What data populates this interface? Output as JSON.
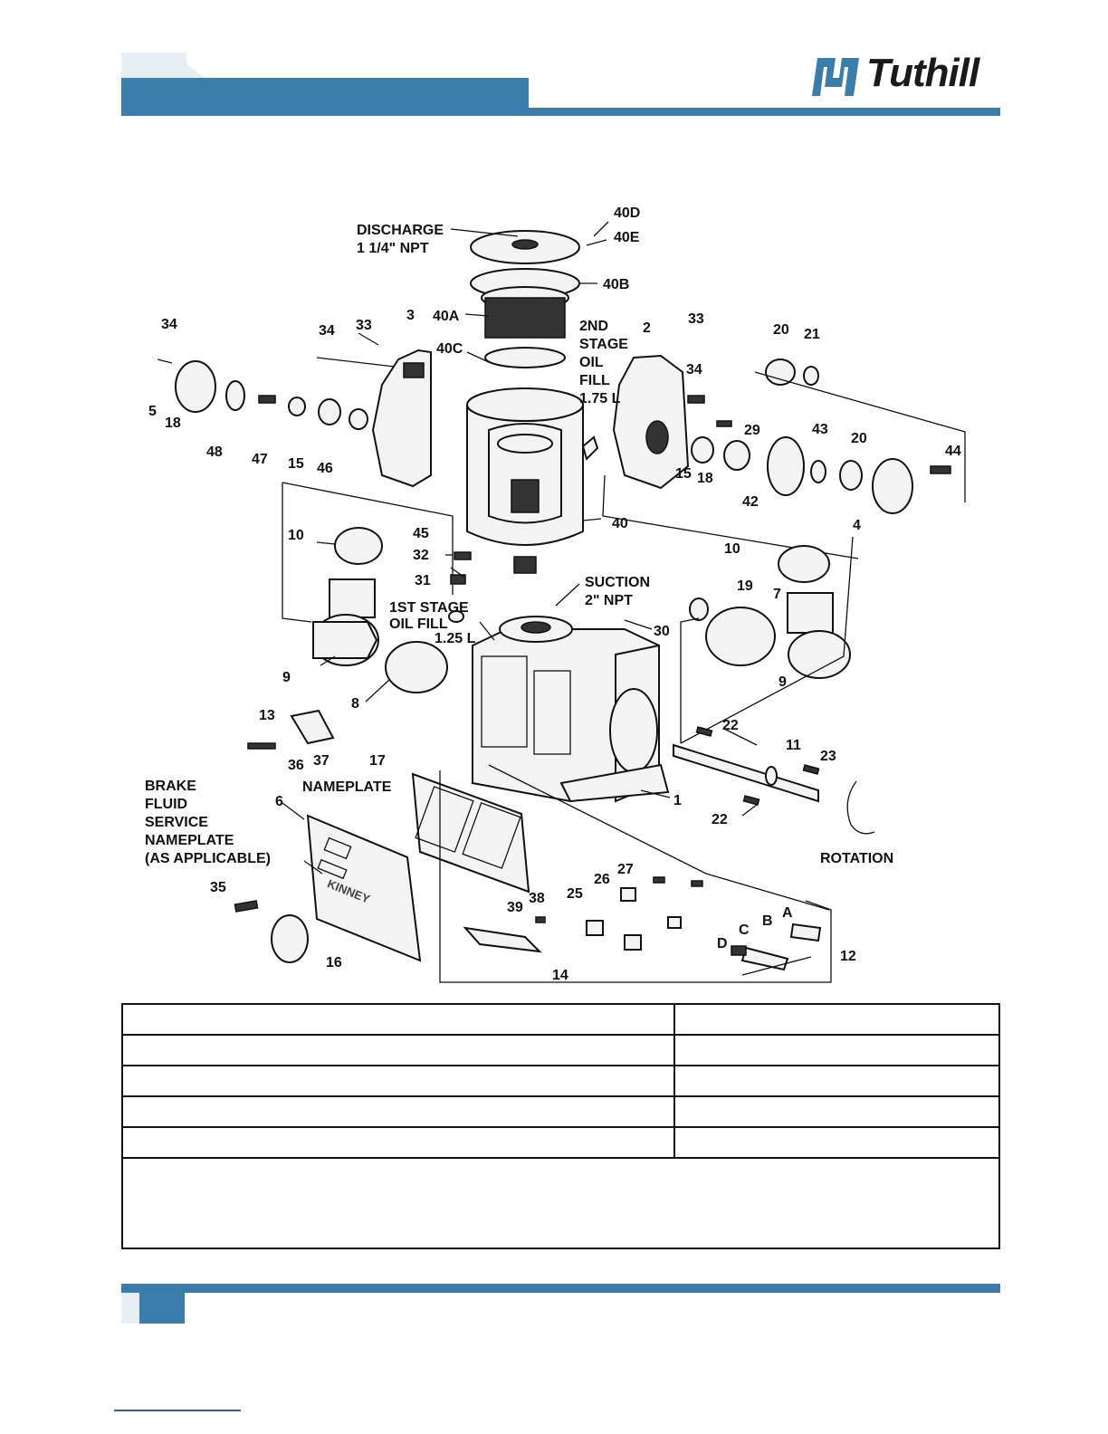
{
  "brand": {
    "name": "Tuthill",
    "color_primary": "#3a7dab",
    "color_light": "#e6eef3"
  },
  "diagram": {
    "callouts": {
      "discharge": [
        "DISCHARGE",
        "1 1/4\" NPT"
      ],
      "second_stage_oil_fill": [
        "2ND",
        "STAGE",
        "OIL",
        "FILL",
        "1.75 L"
      ],
      "suction": [
        "SUCTION",
        "2\" NPT"
      ],
      "first_stage_oil_fill": [
        "1ST STAGE",
        "OIL FILL",
        "1.25 L"
      ],
      "brake_fluid": [
        "BRAKE",
        "FLUID",
        "SERVICE",
        "NAMEPLATE",
        "(AS APPLICABLE)"
      ],
      "nameplate": "NAMEPLATE",
      "rotation": "ROTATION",
      "stamp": "KINNEY"
    },
    "part_numbers": {
      "n40d": "40D",
      "n40e": "40E",
      "n40b": "40B",
      "n40a": "40A",
      "n40c": "40C",
      "n40": "40",
      "n34a": "34",
      "n34b": "34",
      "n34c": "34",
      "n33a": "33",
      "n33b": "33",
      "n3": "3",
      "n2": "2",
      "n20a": "20",
      "n20b": "20",
      "n21": "21",
      "n5": "5",
      "n18a": "18",
      "n18b": "18",
      "n48": "48",
      "n47": "47",
      "n15a": "15",
      "n15b": "15",
      "n46": "46",
      "n29": "29",
      "n43": "43",
      "n44": "44",
      "n42": "42",
      "n4": "4",
      "n45": "45",
      "n10a": "10",
      "n10b": "10",
      "n32": "32",
      "n31": "31",
      "n30": "30",
      "n19": "19",
      "n7": "7",
      "n9a": "9",
      "n9b": "9",
      "n8": "8",
      "n13": "13",
      "n36": "36",
      "n37": "37",
      "n17": "17",
      "n22a": "22",
      "n22b": "22",
      "n11": "11",
      "n23": "23",
      "n1": "1",
      "n6": "6",
      "n35": "35",
      "n16": "16",
      "n27": "27",
      "n26": "26",
      "n25": "25",
      "n38": "38",
      "n39": "39",
      "n14": "14",
      "nA": "A",
      "nB": "B",
      "nC": "C",
      "nD": "D",
      "n12": "12"
    }
  },
  "table": {
    "rows": [
      [
        "",
        ""
      ],
      [
        "",
        ""
      ],
      [
        "",
        ""
      ],
      [
        "",
        ""
      ],
      [
        "",
        ""
      ]
    ],
    "note": ""
  }
}
